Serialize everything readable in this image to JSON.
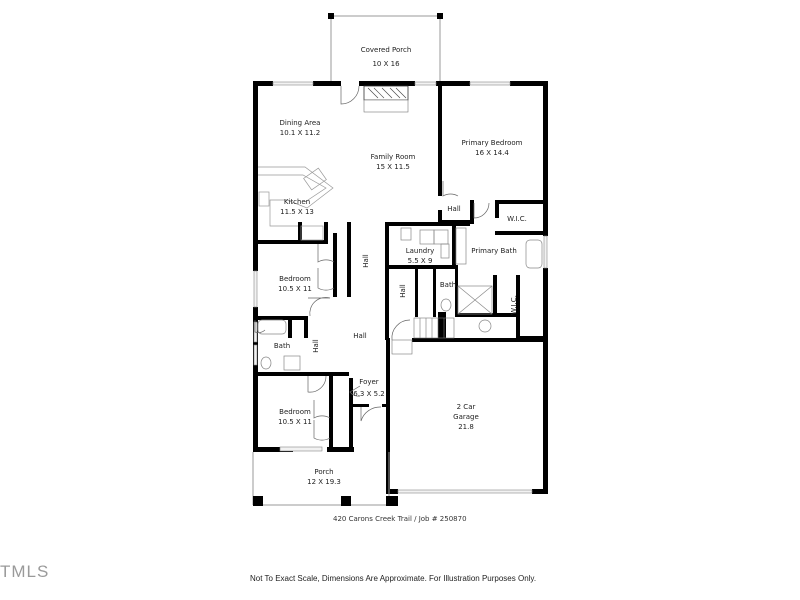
{
  "plan": {
    "address_caption": "420 Carons Creek Trail / Job # 250870",
    "disclaimer": "Not To Exact Scale, Dimensions Are Approximate. For Illustration Purposes Only.",
    "logo": "TMLS",
    "rooms": [
      {
        "name": "Covered Porch",
        "dims": "10 X 16"
      },
      {
        "name": "Dining Area",
        "dims": "10.1 X 11.2"
      },
      {
        "name": "Family Room",
        "dims": "15 X 11.5"
      },
      {
        "name": "Primary Bedroom",
        "dims": "16 X 14.4"
      },
      {
        "name": "Kitchen",
        "dims": "11.5 X 13"
      },
      {
        "name": "Hall",
        "dims": ""
      },
      {
        "name": "W.I.C.",
        "dims": ""
      },
      {
        "name": "Laundry",
        "dims": "5.5 X 9"
      },
      {
        "name": "Primary Bath",
        "dims": ""
      },
      {
        "name": "Bedroom",
        "dims": "10.5 X 11"
      },
      {
        "name": "Hall",
        "dims": ""
      },
      {
        "name": "Hall",
        "dims": ""
      },
      {
        "name": "Bath",
        "dims": ""
      },
      {
        "name": "W.I.C.",
        "dims": ""
      },
      {
        "name": "Hall",
        "dims": ""
      },
      {
        "name": "Bath",
        "dims": ""
      },
      {
        "name": "Hall",
        "dims": ""
      },
      {
        "name": "Foyer",
        "dims": "6.3 X 5.2"
      },
      {
        "name": "Bedroom",
        "dims": "10.5 X 11"
      },
      {
        "name": "2 Car Garage",
        "dims": "21.8"
      },
      {
        "name": "Porch",
        "dims": "12 X 19.3"
      }
    ],
    "garage_line1": "2 Car",
    "garage_line2": "Garage"
  }
}
